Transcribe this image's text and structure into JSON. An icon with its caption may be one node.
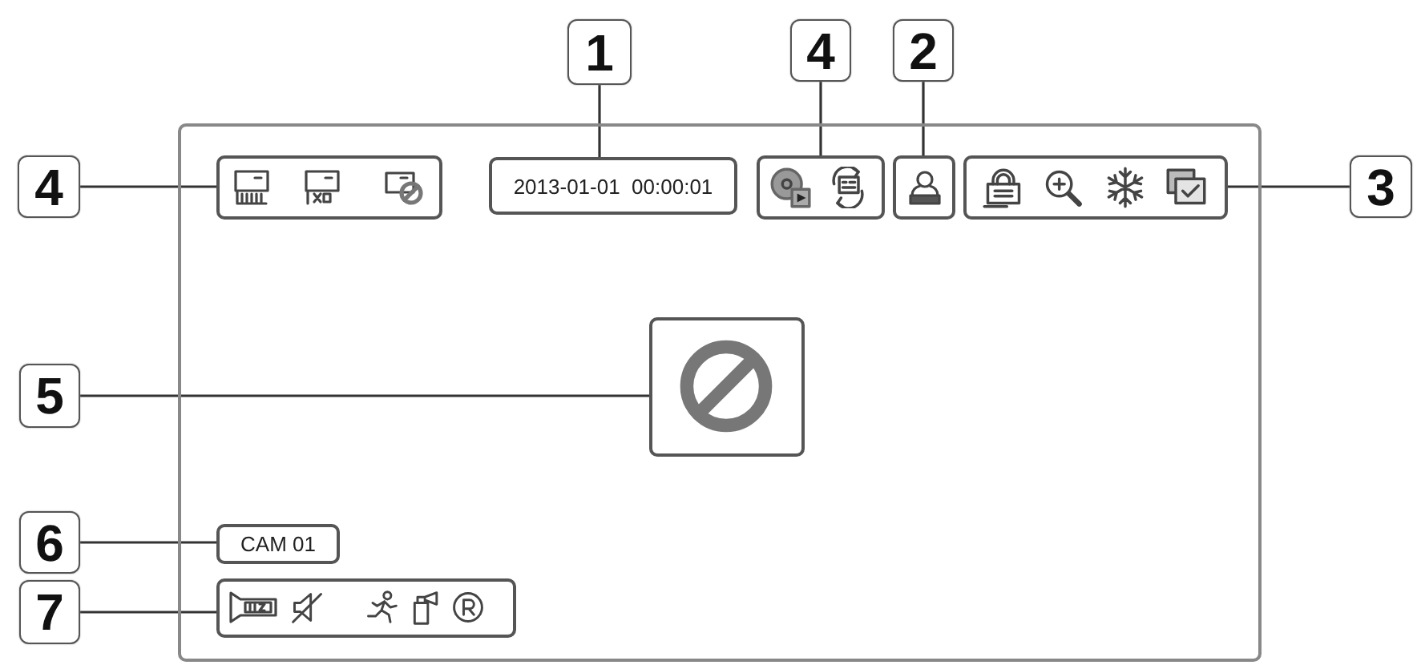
{
  "diagram": {
    "nodes": [
      {
        "text": [
          "1"
        ]
      },
      {
        "text": [
          "4"
        ]
      },
      {
        "text": [
          "2"
        ]
      },
      {
        "text": [],
        "shape": "box"
      },
      {
        "text": [
          "4"
        ]
      },
      {
        "text": [],
        "shape": "box",
        "in": 3
      },
      {
        "text": [
          "2013-01-01  00:00:01"
        ],
        "in": 3
      },
      {
        "text": [],
        "shape": "box",
        "in": 3
      },
      {
        "text": [],
        "shape": "box",
        "in": 3
      },
      {
        "text": [],
        "shape": "box",
        "in": 3
      },
      {
        "text": [
          "3"
        ]
      },
      {
        "text": [
          "5"
        ]
      },
      {
        "text": [],
        "shape": "box",
        "in": 3
      },
      {
        "text": [
          "6"
        ]
      },
      {
        "text": [
          "CAM 01"
        ],
        "in": 3
      },
      {
        "text": [
          "7"
        ]
      },
      {
        "text": [],
        "shape": "box",
        "in": 3
      }
    ],
    "edges": [
      {
        "from": 0,
        "to": 6,
        "arrow": "none"
      },
      {
        "from": 1,
        "to": 7,
        "arrow": "none"
      },
      {
        "from": 2,
        "to": 8,
        "arrow": "none"
      },
      {
        "from": 4,
        "to": 5,
        "arrow": "none"
      },
      {
        "from": 10,
        "to": 9,
        "arrow": "none"
      },
      {
        "from": 11,
        "to": 12,
        "arrow": "none"
      },
      {
        "from": 13,
        "to": 14,
        "arrow": "none"
      },
      {
        "from": 15,
        "to": 16,
        "arrow": "none"
      }
    ]
  }
}
